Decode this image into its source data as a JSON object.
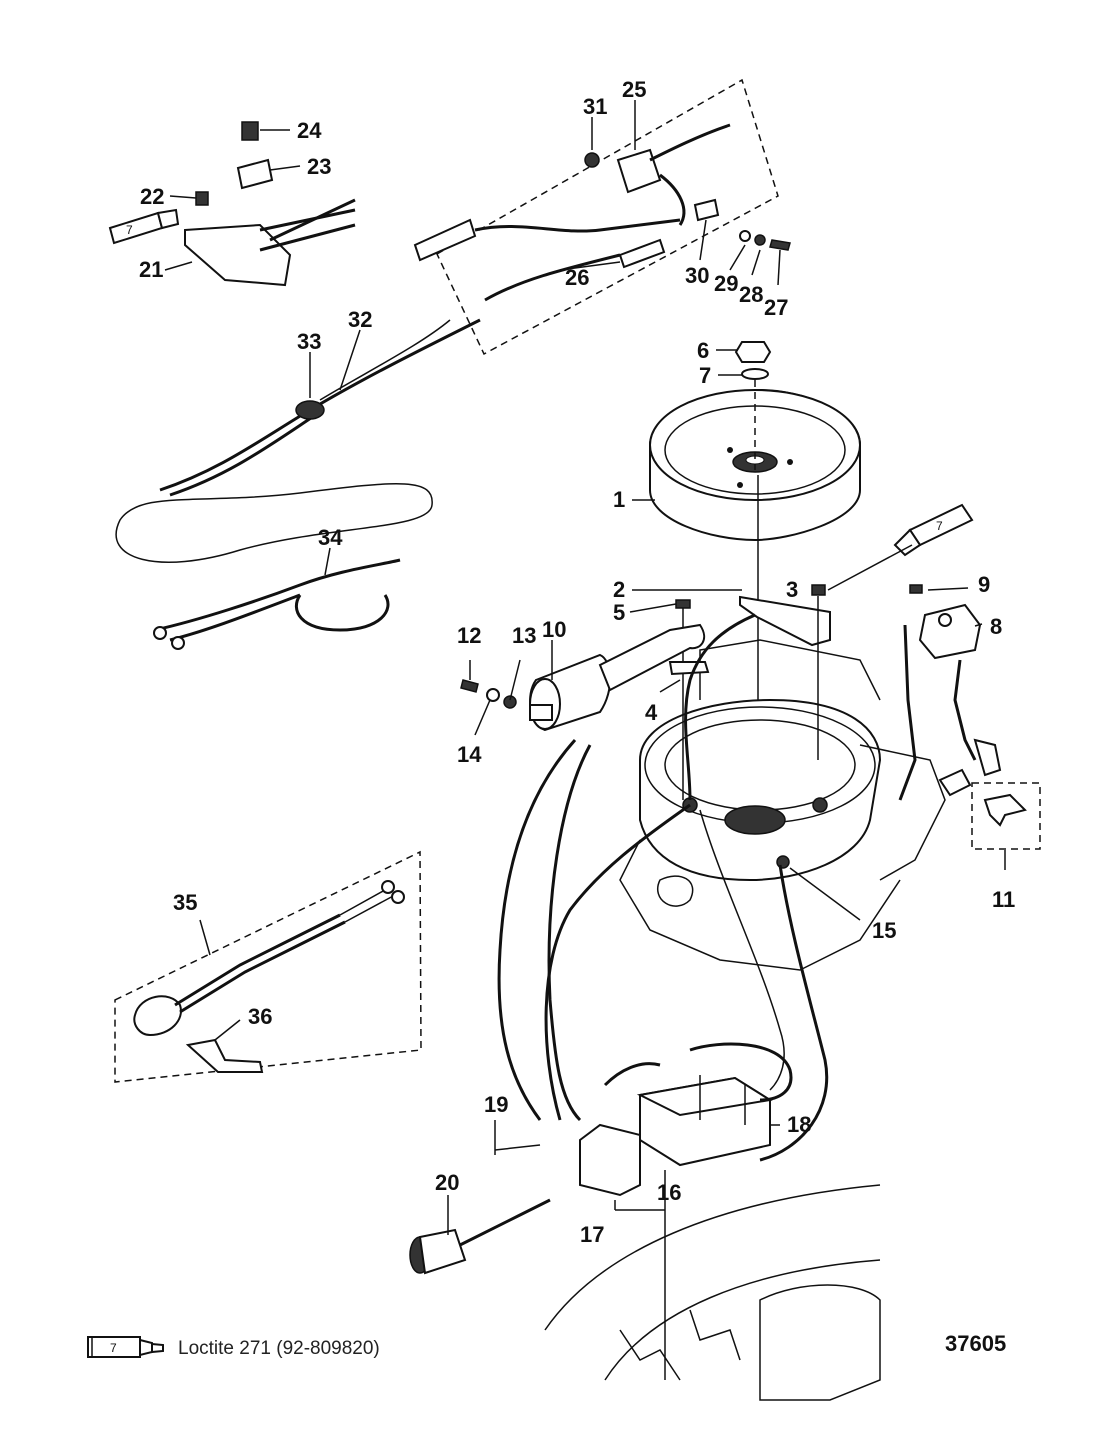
{
  "callouts": {
    "c1": "1",
    "c2": "2",
    "c3": "3",
    "c4": "4",
    "c5": "5",
    "c6": "6",
    "c7a": "7",
    "c8": "8",
    "c9": "9",
    "c10": "10",
    "c11": "11",
    "c12": "12",
    "c13": "13",
    "c14": "14",
    "c15": "15",
    "c16": "16",
    "c17": "17",
    "c18": "18",
    "c19": "19",
    "c20": "20",
    "c21": "21",
    "c22": "22",
    "c23": "23",
    "c24": "24",
    "c25": "25",
    "c26": "26",
    "c27": "27",
    "c28": "28",
    "c29": "29",
    "c30": "30",
    "c31": "31",
    "c32": "32",
    "c33": "33",
    "c34": "34",
    "c35": "35",
    "c36": "36"
  },
  "tube_marks": {
    "t1": "7",
    "t2": "7",
    "t3": "7"
  },
  "legend": {
    "tube_number": "7",
    "text": "Loctite 271 (92-809820)"
  },
  "figure_number": "37605"
}
